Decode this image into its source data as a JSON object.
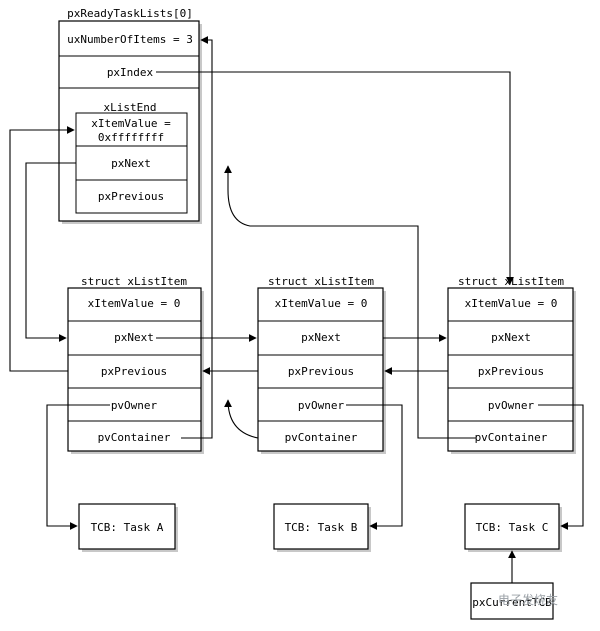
{
  "ready_list": {
    "title": "pxReadyTaskLists[0]",
    "number_of_items": "uxNumberOfItems = 3",
    "index": "pxIndex",
    "list_end_title": "xListEnd",
    "list_end_value_line1": "xItemValue =",
    "list_end_value_line2": "0xffffffff",
    "list_end_next": "pxNext",
    "list_end_previous": "pxPrevious"
  },
  "list_items": [
    {
      "title": "struct xListItem",
      "item_value": "xItemValue = 0",
      "next": "pxNext",
      "previous": "pxPrevious",
      "owner": "pvOwner",
      "container": "pvContainer"
    },
    {
      "title": "struct xListItem",
      "item_value": "xItemValue = 0",
      "next": "pxNext",
      "previous": "pxPrevious",
      "owner": "pvOwner",
      "container": "pvContainer"
    },
    {
      "title": "struct xListItem",
      "item_value": "xItemValue = 0",
      "next": "pxNext",
      "previous": "pxPrevious",
      "owner": "pvOwner",
      "container": "pvContainer"
    }
  ],
  "tasks": [
    {
      "label": "TCB: Task A"
    },
    {
      "label": "TCB: Task B"
    },
    {
      "label": "TCB: Task C"
    }
  ],
  "current_tcb": "pxCurrentTCB",
  "watermark": "电子发烧友"
}
